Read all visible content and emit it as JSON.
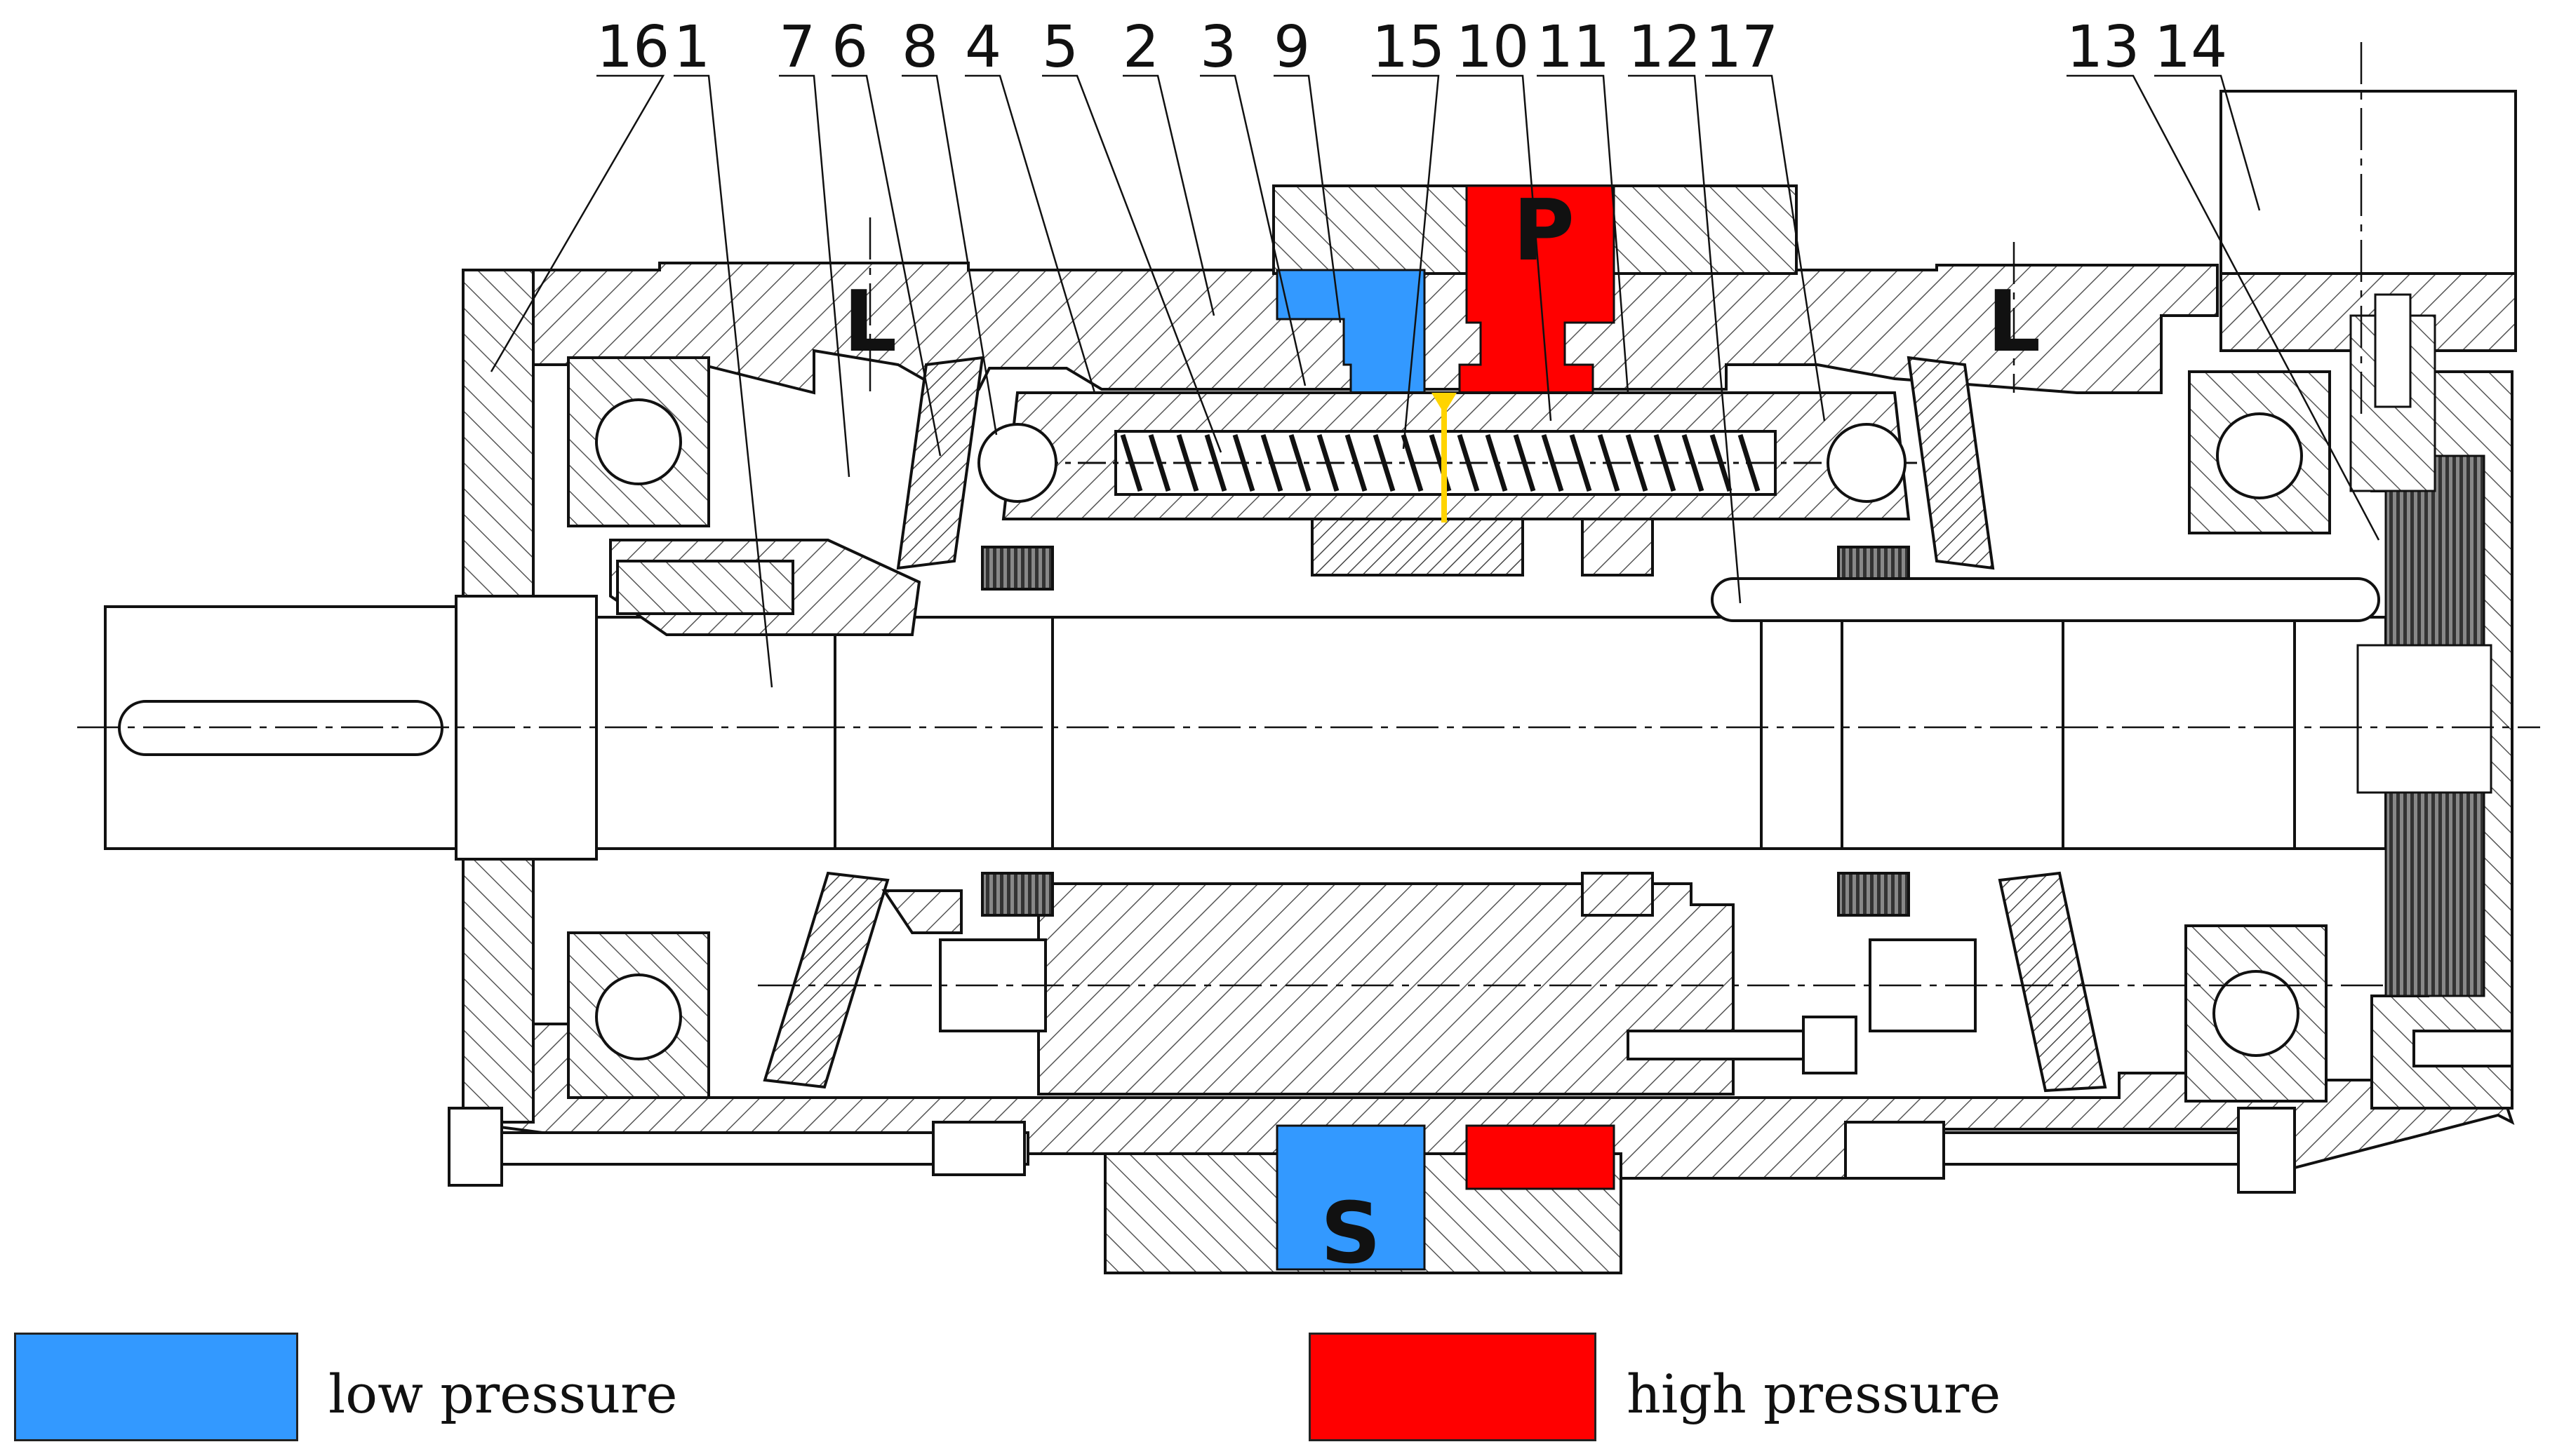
{
  "part_numbers": [
    "16",
    "1",
    "7",
    "6",
    "8",
    "4",
    "5",
    "2",
    "3",
    "9",
    "15",
    "10",
    "11",
    "12",
    "17",
    "13",
    "14"
  ],
  "ports": {
    "pressure": "P",
    "suction": "S",
    "leak_left": "L",
    "leak_right": "L"
  },
  "legend": {
    "low": {
      "label": "low pressure",
      "color": "#3399ff"
    },
    "high": {
      "label": "high pressure",
      "color": "#ff0000"
    }
  },
  "colors": {
    "low_pressure": "#3399ff",
    "high_pressure": "#ff0000",
    "seal_yellow": "#ffd400",
    "line": "#111111",
    "hatch": "#555555"
  }
}
